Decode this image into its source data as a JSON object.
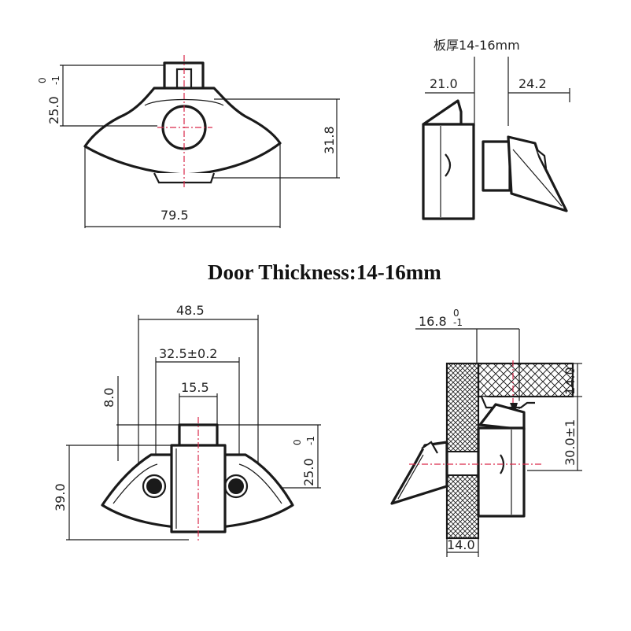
{
  "caption": "Door Thickness:14-16mm",
  "top_front": {
    "height_label": "25.0",
    "height_tol_upper": "0",
    "height_tol_lower": "-1",
    "right_height_label": "31.8",
    "width_label": "79.5"
  },
  "top_side": {
    "panel_label": "板厚14-16mm",
    "left_label": "21.0",
    "right_label": "24.2"
  },
  "bottom_front": {
    "overall_width_label": "48.5",
    "hole_spacing_label": "32.5±0.2",
    "tab_width_label": "15.5",
    "tab_height_label": "8.0",
    "left_height_label": "39.0",
    "right_height_label": "25.0",
    "right_tol_upper": "0",
    "right_tol_lower": "-1"
  },
  "bottom_section": {
    "top_label": "16.8",
    "top_tol_upper": "0",
    "top_tol_lower": "-1",
    "right_top_label": "14.0",
    "right_mid_label": "30.0±1",
    "bottom_label": "14.0"
  },
  "colors": {
    "line": "#1a1a1a",
    "centerline": "#d9294a",
    "text": "#222222"
  }
}
